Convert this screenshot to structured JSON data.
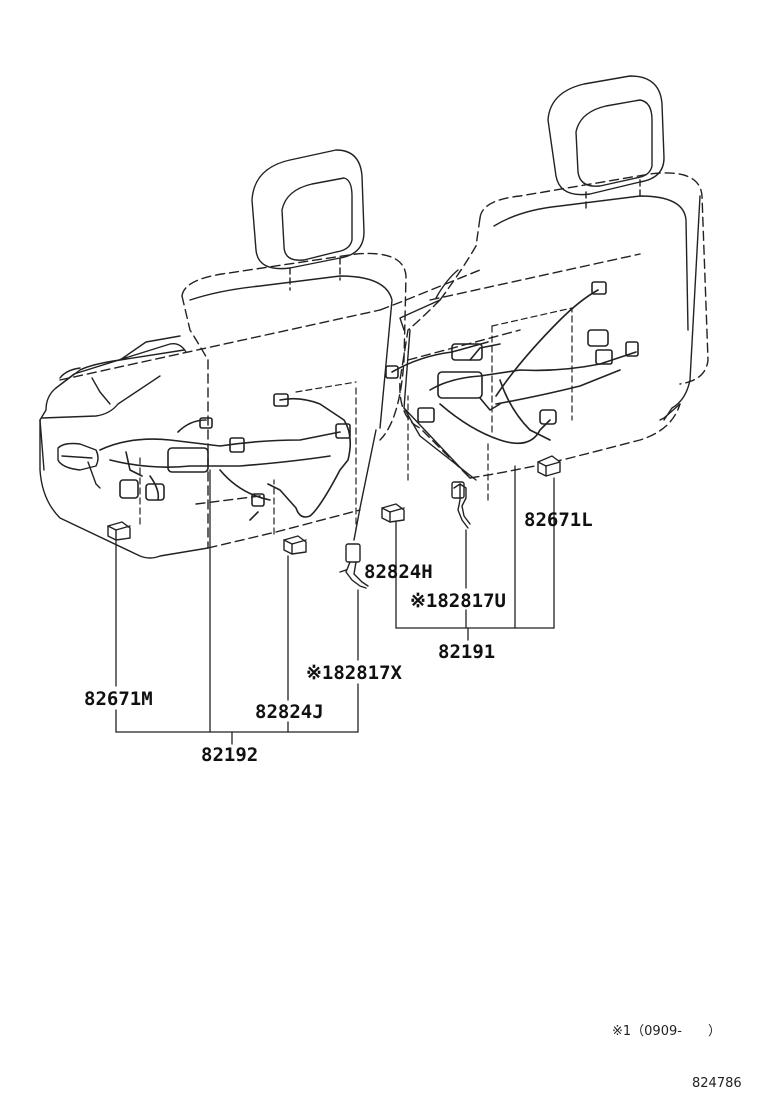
{
  "diagram": {
    "callouts": {
      "c82671L": "82671L",
      "c82824H": "82824H",
      "c82817U": "※182817U",
      "c82191": "82191",
      "c82817X": "※182817X",
      "c82671M": "82671M",
      "c82824J": "82824J",
      "c82192": "82192"
    },
    "footnote": "※1（0909-　　）",
    "illustration_number": "824786"
  },
  "colors": {
    "line": "#222222",
    "background": "#ffffff"
  }
}
